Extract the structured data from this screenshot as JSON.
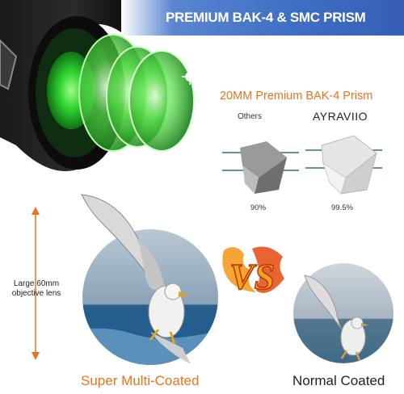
{
  "banner": {
    "title": "PREMIUM BAK-4 & SMC PRISM"
  },
  "prism": {
    "title": "20MM Premium BAK-4 Prism",
    "others_label": "Others",
    "brand_label": "AYRAVIIO",
    "others_percent": "90%",
    "brand_percent": "99.5%"
  },
  "lens": {
    "measure_label": "Large 60mm objective lens"
  },
  "comparison": {
    "vs_text": "VS",
    "left_caption": "Super Multi-Coated",
    "right_caption": "Normal Coated"
  },
  "colors": {
    "accent": "#e8731c",
    "banner": "#3f6fc4",
    "lens_green": "#2fd12f"
  }
}
